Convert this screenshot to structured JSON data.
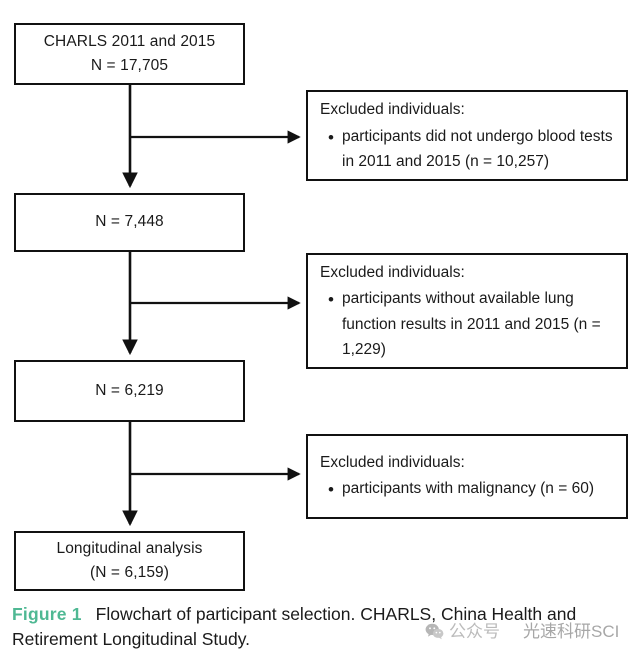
{
  "figure": {
    "caption_label": "Figure 1",
    "caption_text": "Flowchart of participant selection. CHARLS, China Health and Retirement Longitudinal Study.",
    "accent_color": "#4fb893",
    "line_color": "#111111",
    "background": "#ffffff"
  },
  "flow": {
    "source_box": {
      "line1": "CHARLS 2011 and 2015",
      "line2": "N = 17,705"
    },
    "stage_2": {
      "line1": "N = 7,448"
    },
    "stage_3": {
      "line1": "N = 6,219"
    },
    "final_box": {
      "line1": "Longitudinal analysis",
      "line2": "(N = 6,159)"
    },
    "exclusions": [
      {
        "title": "Excluded individuals:",
        "bullet": "•",
        "item": "participants did not undergo blood tests in 2011 and 2015 (n = 10,257)",
        "n": "10,257"
      },
      {
        "title": "Excluded individuals:",
        "bullet": "•",
        "item": "participants without available lung function results in 2011 and 2015 (n = 1,229)",
        "n": "1,229"
      },
      {
        "title": "Excluded individuals:",
        "bullet": "•",
        "item": "participants with malignancy (n = 60)",
        "n": "60"
      }
    ]
  },
  "watermark": {
    "platform": "公众号",
    "account": "光速科研SCI"
  },
  "chart_data": {
    "type": "diagram",
    "title": "Flowchart of participant selection",
    "nodes": [
      {
        "id": "source",
        "label": "CHARLS 2011 and 2015 / N = 17,705",
        "n": 17705
      },
      {
        "id": "excl1",
        "label": "Excluded individuals: participants did not undergo blood tests in 2011 and 2015",
        "n": 10257
      },
      {
        "id": "stage2",
        "label": "N = 7,448",
        "n": 7448
      },
      {
        "id": "excl2",
        "label": "Excluded individuals: participants without available lung function results in 2011 and 2015",
        "n": 1229
      },
      {
        "id": "stage3",
        "label": "N = 6,219",
        "n": 6219
      },
      {
        "id": "excl3",
        "label": "Excluded individuals: participants with malignancy",
        "n": 60
      },
      {
        "id": "final",
        "label": "Longitudinal analysis (N = 6,159)",
        "n": 6159
      }
    ],
    "edges": [
      {
        "from": "source",
        "to": "excl1",
        "kind": "exclusion"
      },
      {
        "from": "source",
        "to": "stage2",
        "kind": "flow"
      },
      {
        "from": "stage2",
        "to": "excl2",
        "kind": "exclusion"
      },
      {
        "from": "stage2",
        "to": "stage3",
        "kind": "flow"
      },
      {
        "from": "stage3",
        "to": "excl3",
        "kind": "exclusion"
      },
      {
        "from": "stage3",
        "to": "final",
        "kind": "flow"
      }
    ]
  }
}
